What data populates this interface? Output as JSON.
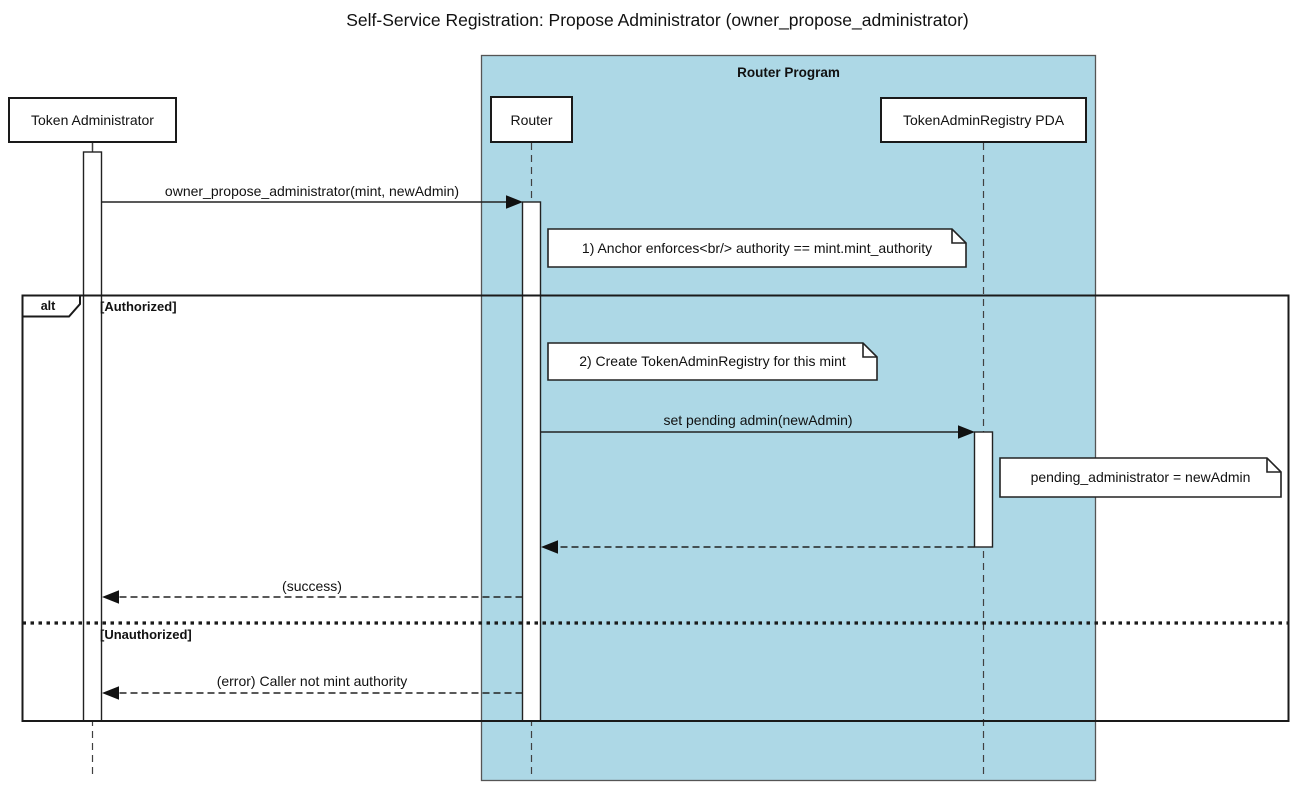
{
  "title": "Self-Service Registration: Propose Administrator (owner_propose_administrator)",
  "container": {
    "label": "Router Program"
  },
  "colors": {
    "container_fill": "#add8e6",
    "line": "#222222",
    "note_fill": "#ffffff"
  },
  "actors": [
    {
      "name": "Token Administrator"
    },
    {
      "name": "Router"
    },
    {
      "name": "TokenAdminRegistry PDA"
    }
  ],
  "messages": [
    {
      "from": "Token Administrator",
      "to": "Router",
      "style": "solid",
      "label": "owner_propose_administrator(mint, newAdmin)"
    },
    {
      "from": "Router",
      "to": "TokenAdminRegistry PDA",
      "style": "solid",
      "label": "set pending admin(newAdmin)"
    },
    {
      "from": "TokenAdminRegistry PDA",
      "to": "Router",
      "style": "dashed-return",
      "label": ""
    },
    {
      "from": "Router",
      "to": "Token Administrator",
      "style": "dashed-return",
      "label": "(success)"
    },
    {
      "from": "Router",
      "to": "Token Administrator",
      "style": "dashed-return",
      "label": "(error) Caller not mint authority"
    }
  ],
  "notes": [
    {
      "text": "1) Anchor enforces<br/> authority == mint.mint_authority"
    },
    {
      "text": "2) Create TokenAdminRegistry for this mint"
    },
    {
      "text": "pending_administrator = newAdmin"
    }
  ],
  "alt": {
    "operator": "alt",
    "branches": [
      {
        "condition": "[Authorized]"
      },
      {
        "condition": "[Unauthorized]"
      }
    ]
  }
}
